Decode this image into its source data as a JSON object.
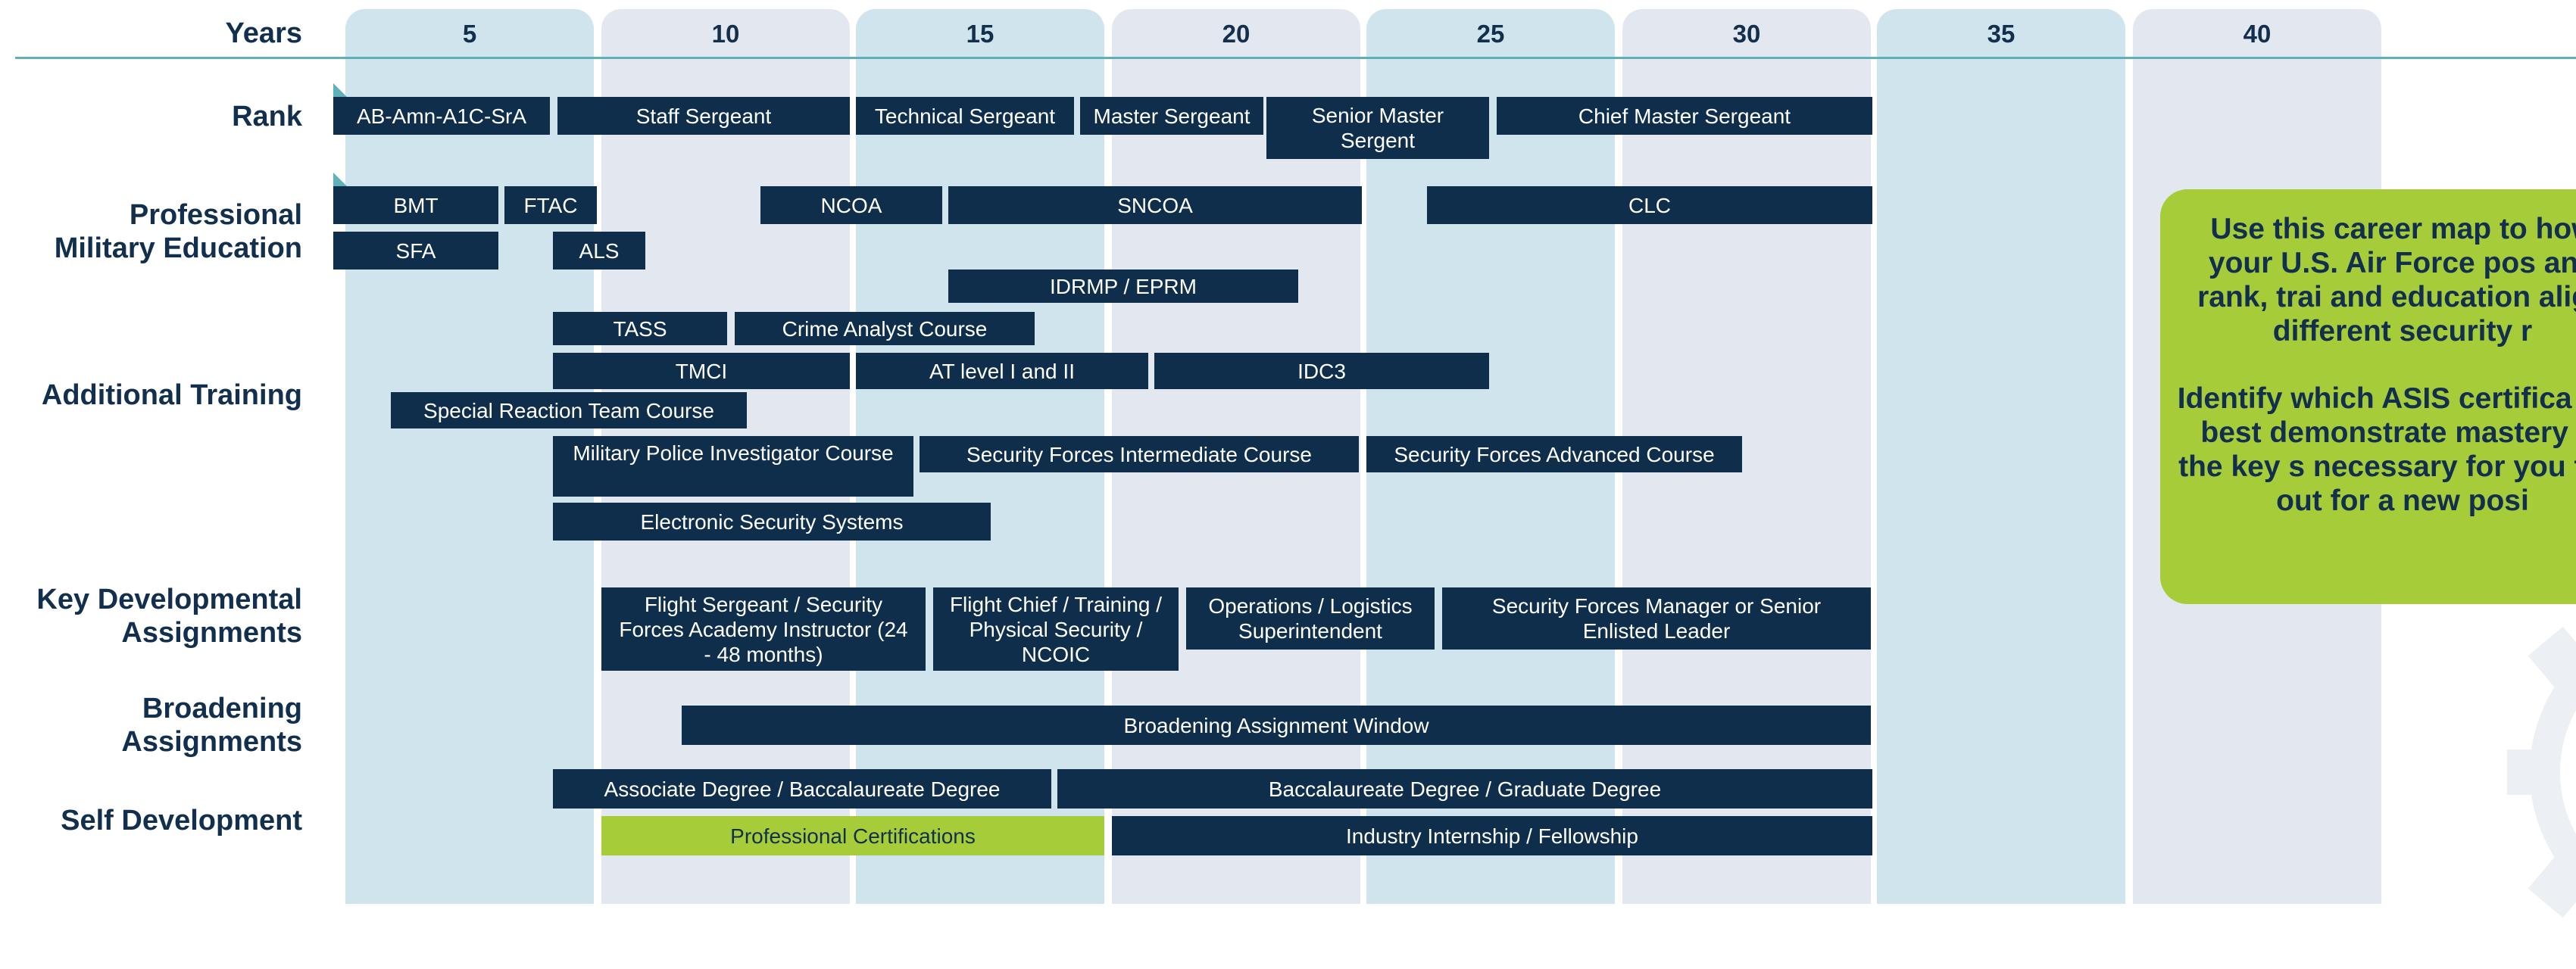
{
  "years_label": "Years",
  "years": [
    "5",
    "10",
    "15",
    "20",
    "25",
    "30",
    "35",
    "40"
  ],
  "row_labels": {
    "rank": "Rank",
    "pme": "Professional\nMilitary Education",
    "training": "Additional Training",
    "assignments": "Key Developmental\nAssignments",
    "broadening": "Broadening\nAssignments",
    "self_dev": "Self Development"
  },
  "rank": {
    "amn": "AB-Amn-A1C-SrA",
    "ssgt": "Staff Sergeant",
    "tsgt": "Technical Sergeant",
    "msgt": "Master Sergeant",
    "smsgt": "Senior Master Sergent",
    "cmsgt": "Chief Master Sergeant"
  },
  "pme": {
    "bmt": "BMT",
    "ftac": "FTAC",
    "ncoa": "NCOA",
    "sncoa": "SNCOA",
    "clc": "CLC",
    "sfa": "SFA",
    "als": "ALS",
    "idrmp": "IDRMP / EPRM"
  },
  "training": {
    "tass": "TASS",
    "crime": "Crime Analyst Course",
    "tmci": "TMCI",
    "at": "AT level I and II",
    "idc3": "IDC3",
    "srt": "Special Reaction Team Course",
    "mpi": "Military Police Investigator Course",
    "sfic": "Security Forces Intermediate Course",
    "sfac": "Security Forces Advanced Course",
    "ess": "Electronic Security Systems"
  },
  "assignments": {
    "flight_sgt": "Flight Sergeant / Security Forces Academy Instructor (24 - 48 months)",
    "flight_chief": "Flight Chief / Training / Physical Security / NCOIC",
    "ops": "Operations / Logistics Superintendent",
    "sf_mgr": "Security Forces Manager or Senior Enlisted Leader"
  },
  "broadening": {
    "window": "Broadening Assignment Window"
  },
  "self_dev": {
    "assoc": "Associate Degree / Baccalaureate Degree",
    "bacc": "Baccalaureate Degree / Graduate Degree",
    "certs": "Professional Certifications",
    "intern": "Industry Internship / Fellowship"
  },
  "callout": {
    "p1": "Use this career map to how your U.S. Air Force pos and rank, trai and education align different security r",
    "p2": "Identify which ASIS certifica will best demonstrate mastery of the key s necessary for you to s out for a new posi"
  },
  "colors": {
    "bar": "#0e2e4c",
    "green": "#a6cc3a",
    "column_a": "#cfe4ec",
    "column_b": "#e3e7ef",
    "text": "#12304e"
  }
}
